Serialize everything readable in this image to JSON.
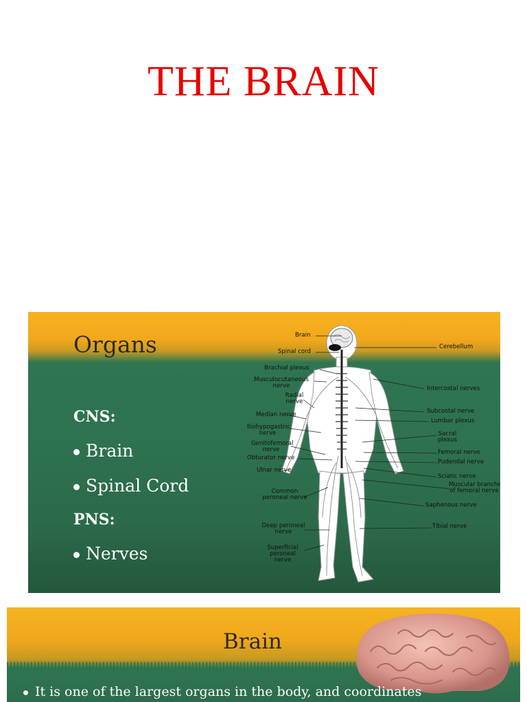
{
  "title": "THE BRAIN",
  "slide1": {
    "heading": "Organs",
    "cns_label": "CNS:",
    "cns_items": [
      "Brain",
      "Spinal Cord"
    ],
    "pns_label": "PNS:",
    "pns_items": [
      "Nerves"
    ],
    "figure_labels": {
      "brain": "Brain",
      "spinal_cord": "Spinal cord",
      "cerebellum": "Cerebellum",
      "brachial_plexus": "Brachial plexus",
      "musculocutaneous": "Musculocutaneous",
      "musculocutaneous_2": "nerve",
      "radial": "Radial",
      "radial_2": "nerve",
      "intercostal": "Intercostal nerves",
      "median": "Median nerve",
      "subcostal": "Subcostal nerve",
      "lumbar": "Lumbar plexus",
      "iliohypogastric": "Iliohypogastric",
      "iliohypogastric_2": "nerve",
      "sacral": "Sacral",
      "sacral_2": "plexus",
      "genitofemoral": "Genitofemoral",
      "genitofemoral_2": "nerve",
      "femoral": "Femoral nerve",
      "obturator": "Obturator nerve",
      "pudendal": "Pudendal nerve",
      "ulnar": "Ulnar nerve",
      "sciatic": "Sciatic nerve",
      "muscular": "Muscular branches",
      "muscular_2": "of femoral nerve",
      "common_peroneal": "Common",
      "common_peroneal_2": "peroneal nerve",
      "saphenous": "Saphenous nerve",
      "deep_peroneal": "Deep peroneal",
      "deep_peroneal_2": "nerve",
      "tibial": "Tibial nerve",
      "superficial_peroneal": "Superficial",
      "superficial_peroneal_2": "peroneal",
      "superficial_peroneal_3": "nerve"
    }
  },
  "slide2": {
    "heading": "Brain",
    "bullet_text": "It is one of the largest organs in the body, and coordinates"
  }
}
